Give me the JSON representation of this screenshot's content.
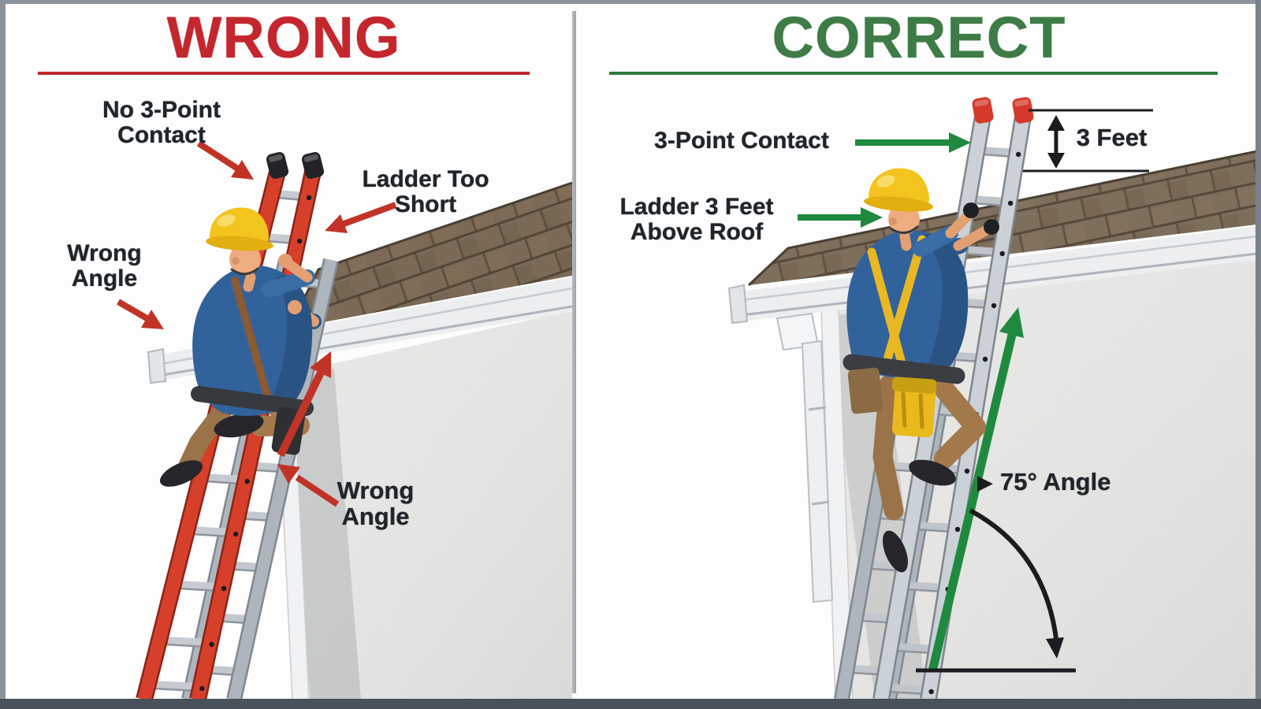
{
  "document": {
    "type": "ladder-safety-comparison-infographic"
  },
  "colors": {
    "wrong_red": "#C4262D",
    "correct_green": "#3E7B46",
    "arrow_red": "#C13327",
    "arrow_green": "#1F8A3E",
    "marker_black": "#1A1D20",
    "label_text": "#20252A",
    "ladder_red": "#D6402B",
    "ladder_silver": "#CBD1D7",
    "hardhat_yellow": "#F3C41E",
    "shirt_blue": "#32629B",
    "pants_brown": "#A3794C",
    "roof_brown": "#7B6A58",
    "wall_gray": "#E9E9E7",
    "frame_border": "#8C939A",
    "bottom_bar": "#49525B"
  },
  "left_panel": {
    "title": "WRONG",
    "labels": {
      "no_three_point": "No 3-Point\nContact",
      "ladder_too_short": "Ladder Too\nShort",
      "wrong_angle_upper": "Wrong\nAngle",
      "wrong_angle_lower": "Wrong\nAngle"
    }
  },
  "right_panel": {
    "title": "CORRECT",
    "labels": {
      "three_point_contact": "3-Point Contact",
      "ladder_above_roof": "Ladder 3 Feet\nAbove Roof",
      "three_feet": "3 Feet",
      "angle": "75° Angle"
    },
    "icons": {
      "angle_pointer": "▶"
    }
  }
}
